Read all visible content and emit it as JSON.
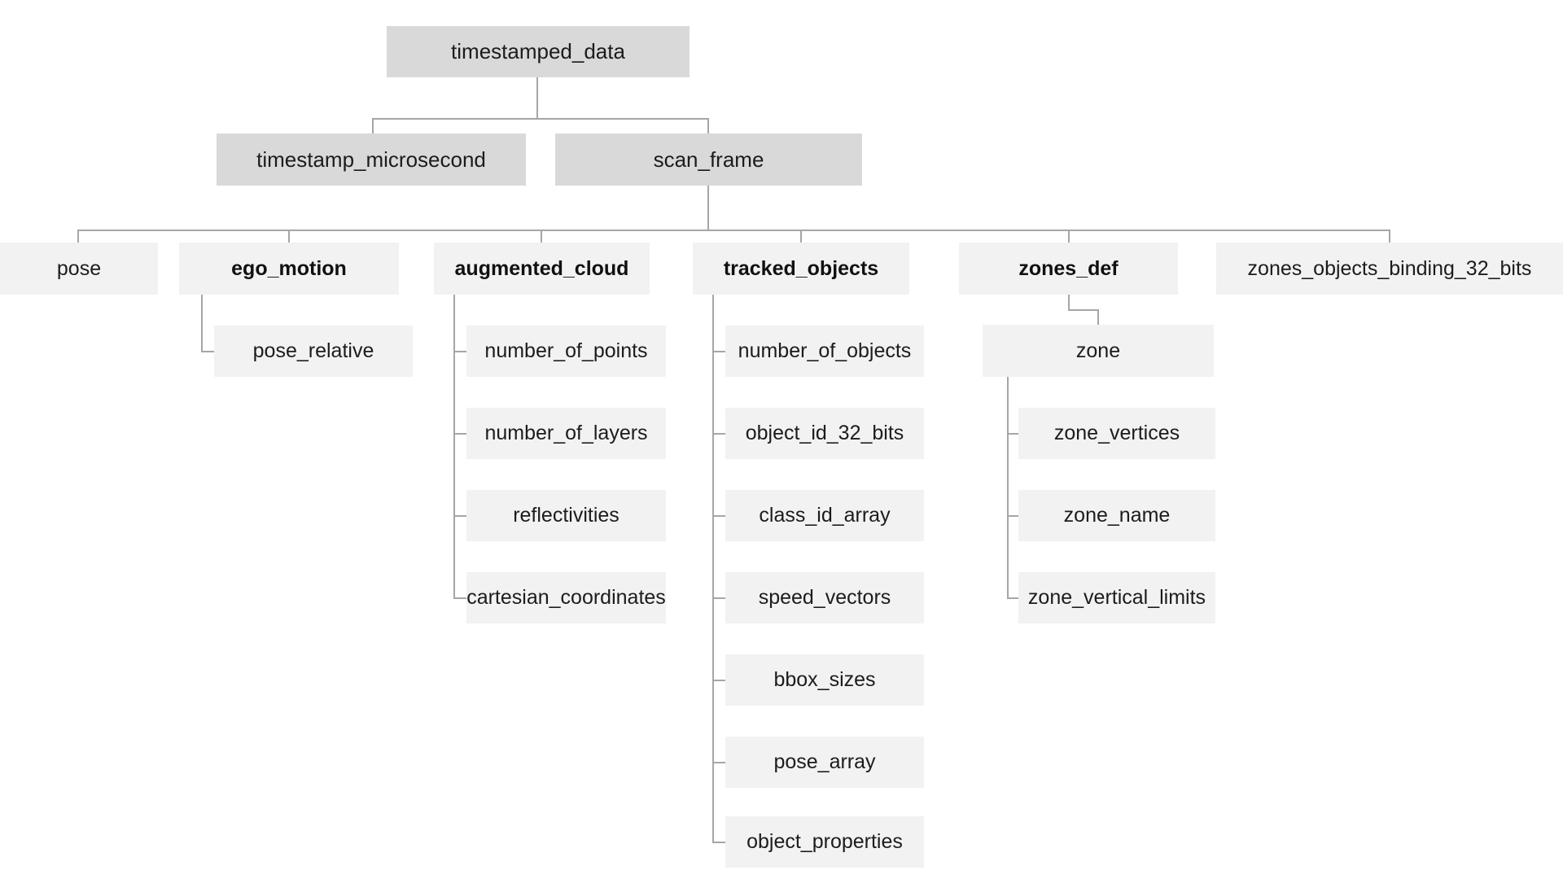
{
  "colors": {
    "node_dark": "#d9d9d9",
    "node_light": "#f2f2f2",
    "line": "#a6a6a6",
    "text": "#1c1c1c"
  },
  "tree": {
    "label": "timestamped_data",
    "children": [
      {
        "label": "timestamp_microsecond",
        "children": []
      },
      {
        "label": "scan_frame",
        "children": [
          {
            "label": "pose",
            "children": []
          },
          {
            "label": "ego_motion",
            "bold": true,
            "children": [
              {
                "label": "pose_relative"
              }
            ]
          },
          {
            "label": "augmented_cloud",
            "bold": true,
            "children": [
              {
                "label": "number_of_points"
              },
              {
                "label": "number_of_layers"
              },
              {
                "label": "reflectivities"
              },
              {
                "label": "cartesian_coordinates"
              }
            ]
          },
          {
            "label": "tracked_objects",
            "bold": true,
            "children": [
              {
                "label": "number_of_objects"
              },
              {
                "label": "object_id_32_bits"
              },
              {
                "label": "class_id_array"
              },
              {
                "label": "speed_vectors"
              },
              {
                "label": "bbox_sizes"
              },
              {
                "label": "pose_array"
              },
              {
                "label": "object_properties"
              }
            ]
          },
          {
            "label": "zones_def",
            "bold": true,
            "children": [
              {
                "label": "zone",
                "children": [
                  {
                    "label": "zone_vertices"
                  },
                  {
                    "label": "zone_name"
                  },
                  {
                    "label": "zone_vertical_limits"
                  }
                ]
              }
            ]
          },
          {
            "label": "zones_objects_binding_32_bits",
            "children": []
          }
        ]
      }
    ]
  }
}
